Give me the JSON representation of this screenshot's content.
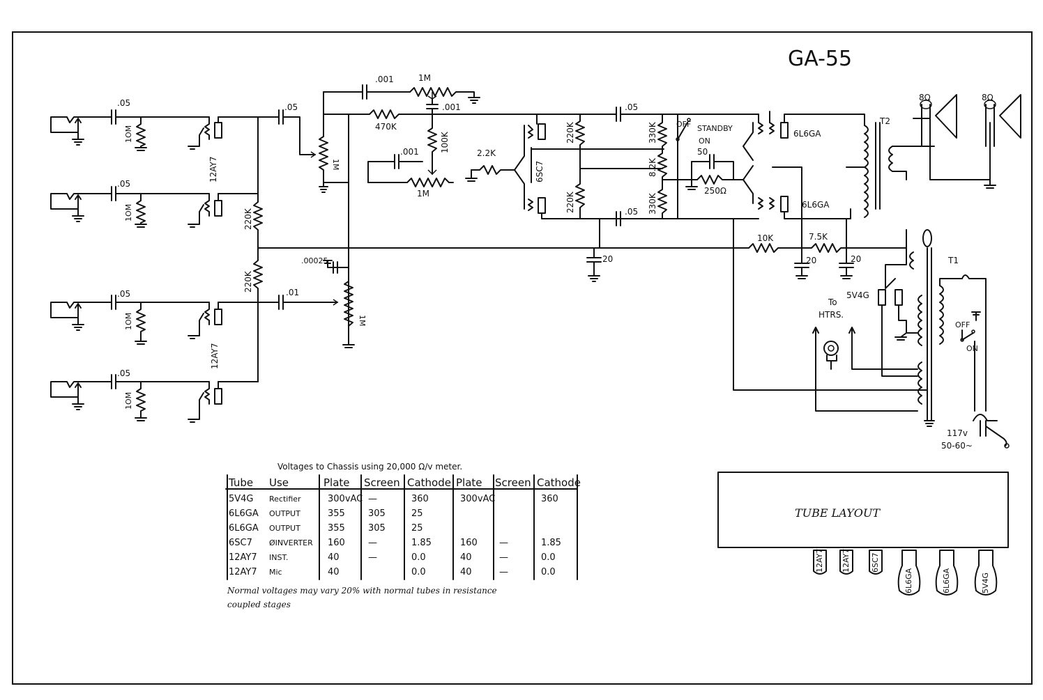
{
  "title": "GA-55",
  "labels": {
    "c_in1": ".05",
    "c_in2": ".05",
    "c_in3": ".05",
    "c_in4": ".05",
    "r_g1": "1OM",
    "r_g2": "1OM",
    "r_g3": "1OM",
    "r_g4": "1OM",
    "tube_v1": "12AY7",
    "tube_v2": "12AY7",
    "c_mid": ".05",
    "c_low": ".01",
    "r_mix1": "220K",
    "r_mix2": "220K",
    "c_tone_top": ".001",
    "pot_tone_top": "1M",
    "c_tone_mid": ".001",
    "r_470k": "470K",
    "r_100k": "100K",
    "c_tone_bot": ".001",
    "pot_tone_bot": "1M",
    "pot_vol1": "1M",
    "c_00025": ".00025",
    "pot_vol2": "1M",
    "r_22k": "2.2K",
    "tube_6sc7": "6SC7",
    "r_220k_a": "220K",
    "r_220k_b": "220K",
    "c_pi_top": ".05",
    "c_pi_bot": ".05",
    "r_330k_a": "330K",
    "r_82k": "8.2K",
    "r_330k_b": "330K",
    "c_50": "50",
    "r_250": "250Ω",
    "standby": "STANDBY",
    "standby_off": "OFF",
    "standby_on": "ON",
    "tube_6l6_a": "6L6GA",
    "tube_6l6_b": "6L6GA",
    "t2": "T2",
    "spk1": "8Ω",
    "spk2": "8Ω",
    "c_20a": "20",
    "r_10k": "10K",
    "c_20b": "20",
    "r_75k": "7.5K",
    "c_20c": "20",
    "t1": "T1",
    "tube_5v4g": "5V4G",
    "to_htrs_1": "To",
    "to_htrs_2": "HTRS.",
    "pwr_off": "OFF",
    "pwr_on": "ON",
    "mains_1": "117v",
    "mains_2": "50-60~"
  },
  "voltage_table": {
    "caption": "Voltages to Chassis using 20,000 Ω/v meter.",
    "headers": [
      "Tube",
      "Use",
      "Plate",
      "Screen",
      "Cathode",
      "Plate",
      "Screen",
      "Cathode"
    ],
    "rows": [
      [
        "5V4G",
        "Rectifier",
        "300vAC",
        "—",
        "360",
        "300vAC",
        "",
        "360"
      ],
      [
        "6L6GA",
        "OUTPUT",
        "355",
        "305",
        "25",
        "",
        "",
        ""
      ],
      [
        "6L6GA",
        "OUTPUT",
        "355",
        "305",
        "25",
        "",
        "",
        ""
      ],
      [
        "6SC7",
        "ØINVERTER",
        "160",
        "—",
        "1.85",
        "160",
        "—",
        "1.85"
      ],
      [
        "12AY7",
        "INST.",
        "40",
        "—",
        "0.0",
        "40",
        "—",
        "0.0"
      ],
      [
        "12AY7",
        "Mic",
        "40",
        "",
        "0.0",
        "40",
        "—",
        "0.0"
      ]
    ],
    "note_1": "Normal voltages may vary 20% with normal tubes in resistance",
    "note_2": "coupled stages"
  },
  "tube_layout": {
    "title": "TUBE LAYOUT",
    "tubes": [
      "12AY7",
      "12AY7",
      "6SC7",
      "6L6GA",
      "6L6GA",
      "5V4G"
    ]
  }
}
